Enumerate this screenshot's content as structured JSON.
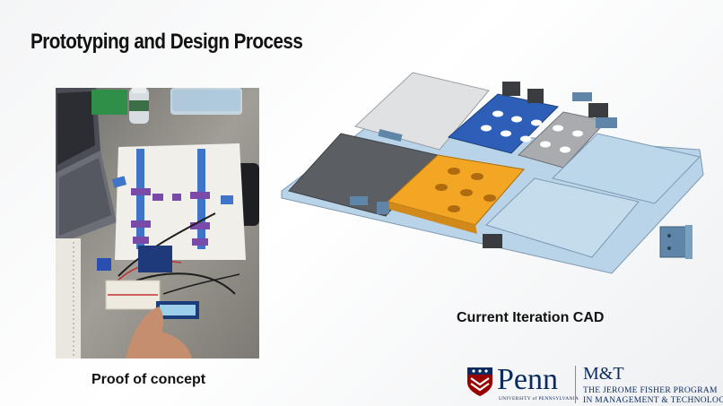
{
  "slide": {
    "title": "Prototyping and Design Process",
    "caption_left": "Proof of concept",
    "caption_right": "Current Iteration CAD"
  },
  "logo": {
    "penn": "Penn",
    "penn_subtitle": "UNIVERSITY of PENNSYLVANIA",
    "mt": "M&T",
    "program_line1": "THE JEROME FISHER PROGRAM",
    "program_line2": "IN MANAGEMENT & TECHNOLOGY"
  },
  "colors": {
    "penn_blue": "#0b2a5e",
    "penn_red": "#990000",
    "cad_orange": "#f2a623",
    "cad_blue": "#2d5fb8",
    "cad_lightblue": "#a9cbe3",
    "painter_tape": "#3f74c9",
    "purple_tape": "#7a4aa8"
  }
}
